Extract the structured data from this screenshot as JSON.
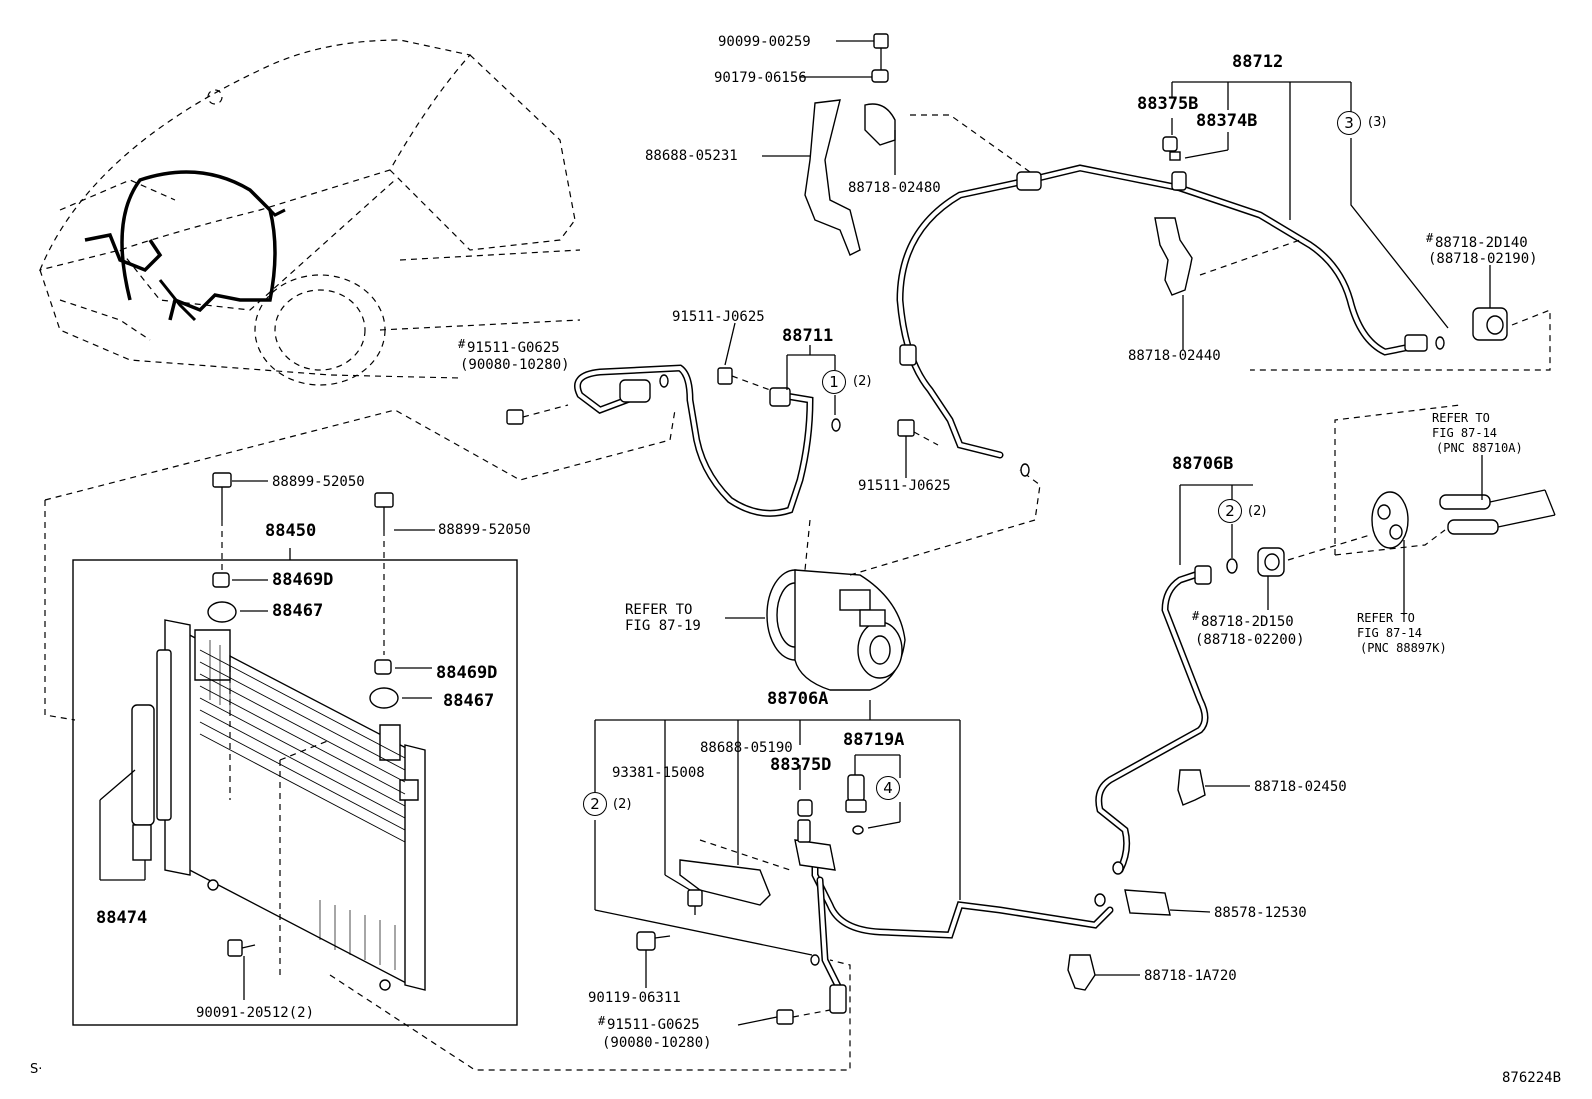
{
  "labels": {
    "p90099_00259": "90099-00259",
    "p90179_06156": "90179-06156",
    "p88688_05231": "88688-05231",
    "p88718_02480": "88718-02480",
    "p88712": "88712",
    "p88375B": "88375B",
    "p88374B": "88374B",
    "p_3_qty": "(3)",
    "p88718_2D140": "88718-2D140",
    "p88718_02190": "(88718-02190)",
    "p88718_02440": "88718-02440",
    "p91511_J0625_top": "91511-J0625",
    "p88711": "88711",
    "p_1_qty": "(2)",
    "p91511_G0625_top": "91511-G0625",
    "p90080_10280_top": "(90080-10280)",
    "p91511_J0625_mid": "91511-J0625",
    "p88899_52050_a": "88899-52050",
    "p88899_52050_b": "88899-52050",
    "p88450": "88450",
    "p88469D_a": "88469D",
    "p88467_a": "88467",
    "p88469D_b": "88469D",
    "p88467_b": "88467",
    "p88474": "88474",
    "p90091_20512": "90091-20512(2)",
    "refer_fig_87_19_a": "REFER TO",
    "refer_fig_87_19_b": "FIG 87-19",
    "p88706B": "88706B",
    "p_2_qty_b": "(2)",
    "p88718_2D150": "88718-2D150",
    "p88718_02200": "(88718-02200)",
    "refer_87_14a_1": "REFER TO",
    "refer_87_14a_2": "FIG 87-14",
    "refer_87_14a_3": "(PNC 88710A)",
    "refer_87_14k_1": "REFER TO",
    "refer_87_14k_2": "FIG 87-14",
    "refer_87_14k_3": "(PNC 88897K)",
    "p88706A": "88706A",
    "p88688_05190": "88688-05190",
    "p93381_15008": "93381-15008",
    "p88719A": "88719A",
    "p88375D": "88375D",
    "p_2_qty_a": "(2)",
    "p88718_02450": "88718-02450",
    "p88578_12530": "88578-12530",
    "p88718_1A720": "88718-1A720",
    "p90119_06311": "90119-06311",
    "p91511_G0625_bot": "91511-G0625",
    "p90080_10280_bot": "(90080-10280)",
    "hash": "#",
    "corner_s": "S·",
    "diagram_code": "876224B"
  },
  "circles": {
    "c1": "1",
    "c2a": "2",
    "c2b": "2",
    "c3": "3",
    "c4": "4"
  }
}
